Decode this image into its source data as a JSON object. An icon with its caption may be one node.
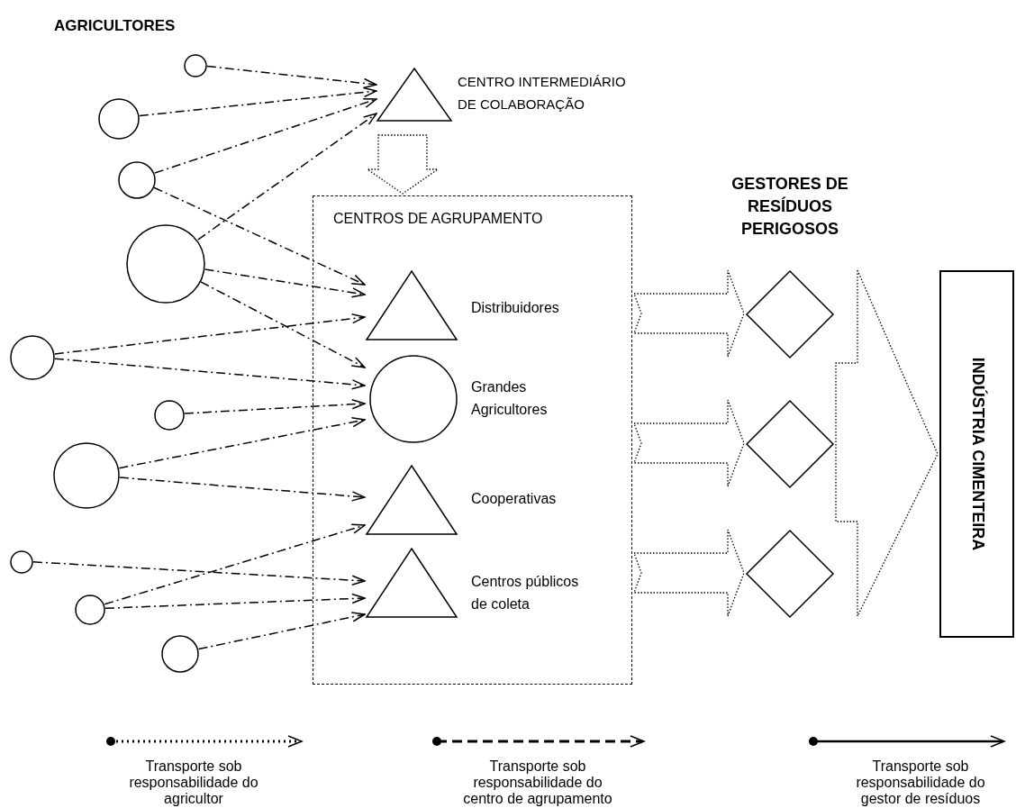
{
  "diagram": {
    "nodes": [
      {
        "text": [],
        "shape": "circle"
      },
      {
        "text": [],
        "shape": "circle"
      },
      {
        "text": [],
        "shape": "circle"
      },
      {
        "text": [],
        "shape": "circle"
      },
      {
        "text": [],
        "shape": "circle"
      },
      {
        "text": [],
        "shape": "circle"
      },
      {
        "text": [],
        "shape": "circle"
      },
      {
        "text": [],
        "shape": "circle"
      },
      {
        "text": [],
        "shape": "circle"
      },
      {
        "text": [],
        "shape": "circle"
      },
      {
        "text": [
          "CENTRO INTERMEDIÁRIO DE COLABORAÇÃO"
        ]
      },
      {
        "text": [
          "CENTROS DE AGRUPAMENTO"
        ]
      },
      {
        "text": [
          "Distribuidores"
        ],
        "in": 11
      },
      {
        "text": [
          "Grandes Agricultores"
        ],
        "in": 11
      },
      {
        "text": [
          "Cooperativas"
        ],
        "in": 11
      },
      {
        "text": [
          "Centros públicos de coleta"
        ],
        "in": 11
      },
      {
        "text": [],
        "shape": "diamond"
      },
      {
        "text": [],
        "shape": "diamond"
      },
      {
        "text": [],
        "shape": "diamond"
      },
      {
        "text": [
          "INDÚSTRIA CIMENTEIRA"
        ]
      }
    ],
    "edges": [
      {
        "from": 0,
        "to": 10,
        "arrow": "to"
      },
      {
        "from": 1,
        "to": 10,
        "arrow": "to"
      },
      {
        "from": 2,
        "to": 10,
        "arrow": "to"
      },
      {
        "from": 3,
        "to": 10,
        "arrow": "to"
      },
      {
        "from": 2,
        "to": 12,
        "arrow": "to"
      },
      {
        "from": 3,
        "to": 12,
        "arrow": "to"
      },
      {
        "from": 4,
        "to": 12,
        "arrow": "to"
      },
      {
        "from": 3,
        "to": 13,
        "arrow": "to"
      },
      {
        "from": 4,
        "to": 13,
        "arrow": "to"
      },
      {
        "from": 5,
        "to": 13,
        "arrow": "to"
      },
      {
        "from": 6,
        "to": 13,
        "arrow": "to"
      },
      {
        "from": 6,
        "to": 14,
        "arrow": "to"
      },
      {
        "from": 8,
        "to": 14,
        "arrow": "to"
      },
      {
        "from": 7,
        "to": 15,
        "arrow": "to"
      },
      {
        "from": 8,
        "to": 15,
        "arrow": "to"
      },
      {
        "from": 9,
        "to": 15,
        "arrow": "to"
      },
      {
        "from": 10,
        "to": 11,
        "arrow": "to",
        "style": "dashed"
      },
      {
        "from": 11,
        "to": 16,
        "arrow": "to",
        "style": "dashed"
      },
      {
        "from": 11,
        "to": 17,
        "arrow": "to",
        "style": "dashed"
      },
      {
        "from": 11,
        "to": 18,
        "arrow": "to",
        "style": "dashed"
      },
      {
        "from": 16,
        "to": 19,
        "arrow": "to",
        "style": "dashed"
      },
      {
        "from": 17,
        "to": 19,
        "arrow": "to",
        "style": "dashed"
      },
      {
        "from": 18,
        "to": 19,
        "arrow": "to",
        "style": "dashed"
      }
    ],
    "labels": [
      "AGRICULTORES",
      "GESTORES DE RESÍDUOS PERIGOSOS"
    ],
    "legend": [
      {
        "text": "Transporte sob responsabilidade do agricultor"
      },
      {
        "text": "Transporte sob responsabilidade do centro de agrupamento"
      },
      {
        "text": "Transporte sob responsabilidade do gestor de resíduos"
      }
    ]
  }
}
